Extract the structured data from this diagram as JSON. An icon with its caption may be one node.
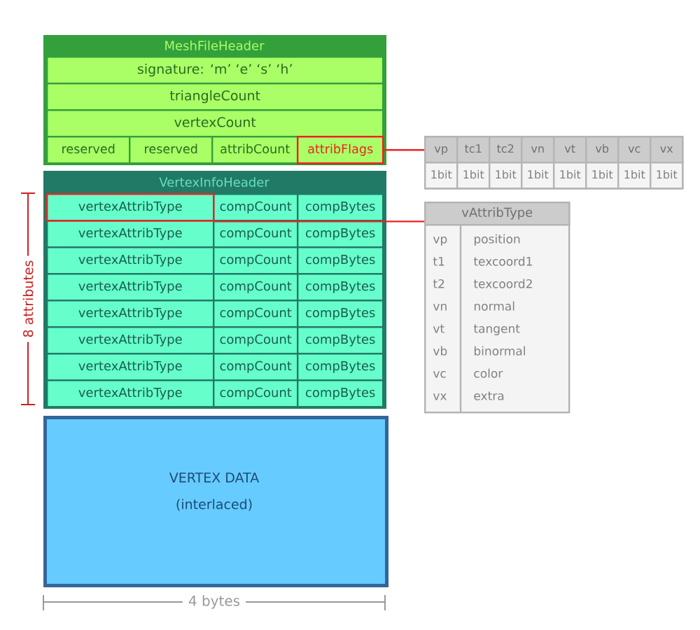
{
  "diagram": {
    "nodes": [
      {
        "text": [
          "MeshFileHeader"
        ]
      },
      {
        "text": [
          "signature: ‘m’ ‘e’ ‘s’ ‘h’"
        ],
        "in": 0
      },
      {
        "text": [
          "triangleCount"
        ],
        "in": 0
      },
      {
        "text": [
          "vertexCount"
        ],
        "in": 0
      },
      {
        "text": [
          "reserved"
        ],
        "in": 0
      },
      {
        "text": [
          "reserved"
        ],
        "in": 0
      },
      {
        "text": [
          "attribCount"
        ],
        "in": 0
      },
      {
        "text": [
          "attribFlags"
        ],
        "in": 0
      },
      {
        "text": [
          "vp",
          "tc1",
          "tc2",
          "vn",
          "vt",
          "vb",
          "vc",
          "vx",
          "1bit",
          "1bit",
          "1bit",
          "1bit",
          "1bit",
          "1bit",
          "1bit",
          "1bit"
        ]
      },
      {
        "text": [
          "VertexInfoHeader"
        ]
      },
      {
        "text": [
          "vertexAttribType"
        ],
        "in": 9
      },
      {
        "text": [
          "compCount"
        ],
        "in": 9
      },
      {
        "text": [
          "compBytes"
        ],
        "in": 9
      },
      {
        "text": [
          "vertexAttribType"
        ],
        "in": 9
      },
      {
        "text": [
          "compCount"
        ],
        "in": 9
      },
      {
        "text": [
          "compBytes"
        ],
        "in": 9
      },
      {
        "text": [
          "vertexAttribType"
        ],
        "in": 9
      },
      {
        "text": [
          "compCount"
        ],
        "in": 9
      },
      {
        "text": [
          "compBytes"
        ],
        "in": 9
      },
      {
        "text": [
          "vertexAttribType"
        ],
        "in": 9
      },
      {
        "text": [
          "compCount"
        ],
        "in": 9
      },
      {
        "text": [
          "compBytes"
        ],
        "in": 9
      },
      {
        "text": [
          "vertexAttribType"
        ],
        "in": 9
      },
      {
        "text": [
          "compCount"
        ],
        "in": 9
      },
      {
        "text": [
          "compBytes"
        ],
        "in": 9
      },
      {
        "text": [
          "vertexAttribType"
        ],
        "in": 9
      },
      {
        "text": [
          "compCount"
        ],
        "in": 9
      },
      {
        "text": [
          "compBytes"
        ],
        "in": 9
      },
      {
        "text": [
          "vertexAttribType"
        ],
        "in": 9
      },
      {
        "text": [
          "compCount"
        ],
        "in": 9
      },
      {
        "text": [
          "compBytes"
        ],
        "in": 9
      },
      {
        "text": [
          "vertexAttribType"
        ],
        "in": 9
      },
      {
        "text": [
          "compCount"
        ],
        "in": 9
      },
      {
        "text": [
          "compBytes"
        ],
        "in": 9
      },
      {
        "text": [
          "vAttribType",
          "vp",
          "position",
          "t1",
          "texcoord1",
          "t2",
          "texcoord2",
          "vn",
          "normal",
          "vt",
          "tangent",
          "vb",
          "binormal",
          "vc",
          "color",
          "vx",
          "extra"
        ]
      },
      {
        "text": [
          "VERTEX DATA",
          "(interlaced)"
        ]
      }
    ],
    "edges": [
      {
        "from": 7,
        "to": 8,
        "arrow": "none"
      },
      {
        "from": 10,
        "to": 34,
        "arrow": "none"
      }
    ],
    "labels": [
      "8 attributes",
      "4 bytes"
    ]
  }
}
